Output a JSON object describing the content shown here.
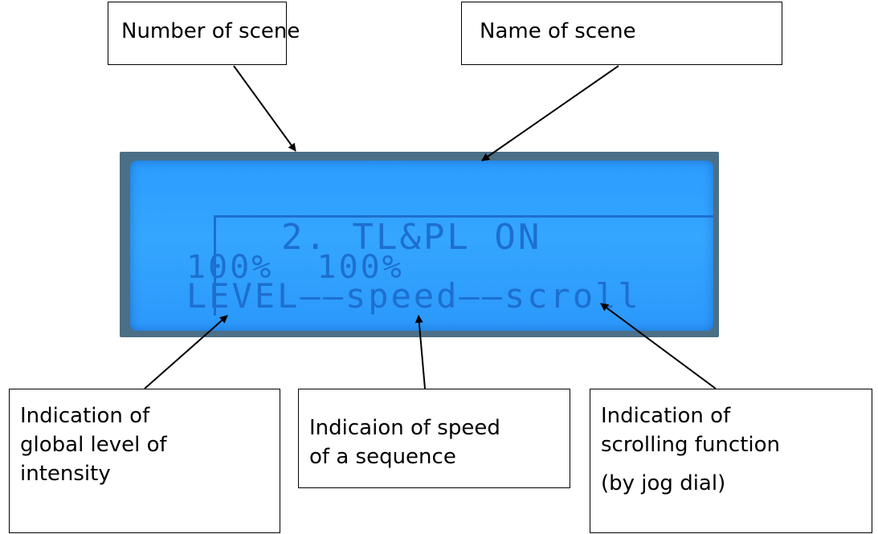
{
  "callouts": {
    "number_of_scene": [
      "Number of scene"
    ],
    "name_of_scene": [
      "Name of scene"
    ],
    "level": [
      "Indication of",
      "global level of",
      "intensity"
    ],
    "speed": [
      "Indicaion of speed",
      "of a sequence"
    ],
    "scroll": [
      "Indication  of",
      "scrolling function",
      "(by jog dial)"
    ]
  },
  "lcd": {
    "line1": "2. TL&PL ON",
    "line2": "100%  100%",
    "line3": "LEVEL——speed——scroll",
    "text_color": "#1d6fcf",
    "background_color": "#2c9cff"
  }
}
